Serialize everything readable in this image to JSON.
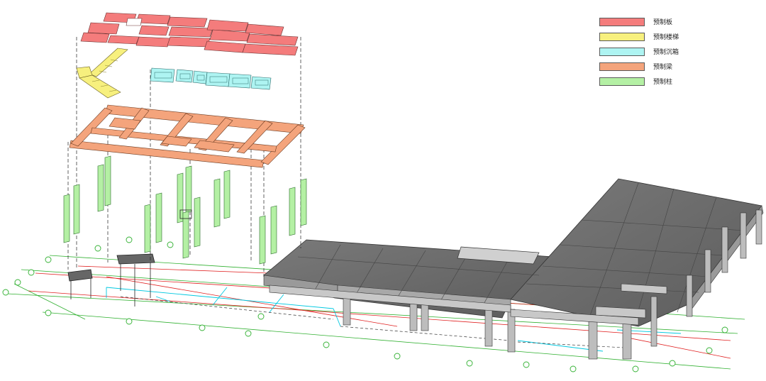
{
  "legend": {
    "items": [
      {
        "label": "预制板",
        "color": "#f47c7c"
      },
      {
        "label": "预制楼梯",
        "color": "#f7f07e"
      },
      {
        "label": "预制沉箱",
        "color": "#aef4f2"
      },
      {
        "label": "预制梁",
        "color": "#f4a47c"
      },
      {
        "label": "预制柱",
        "color": "#b4f0a4"
      }
    ]
  },
  "colors": {
    "slab": "#f47c7c",
    "stair": "#f7f07e",
    "sunken": "#aef4f2",
    "beam": "#f4a47c",
    "column": "#b4f0a4",
    "building_roof": "#6e6e6e",
    "building_wall": "#b0b0b0",
    "grid_red": "#e02020",
    "grid_cyan": "#00c8e0",
    "grid_green": "#30c030"
  }
}
